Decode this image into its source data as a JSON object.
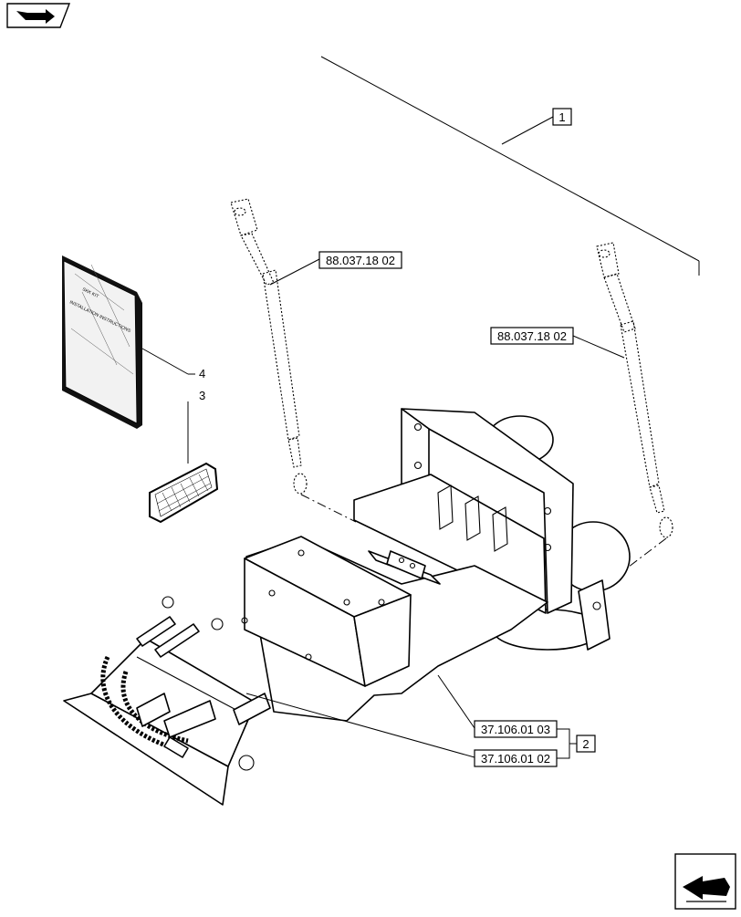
{
  "references": {
    "gas_spring_left": "88.037.18 02",
    "gas_spring_right": "88.037.18 02",
    "hydraulic_ref_a": "37.106.01 03",
    "hydraulic_ref_b": "37.106.01 02"
  },
  "item_numbers": {
    "item_1": "1",
    "item_2": "2",
    "item_3": "3",
    "item_4": "4"
  },
  "manual": {
    "line1": "SKK KIT",
    "line2": "INSTALLATION INSTRUCTIONS"
  },
  "icons": {
    "top_left": "page-back-arrow-icon",
    "bottom_right": "page-next-arrow-icon"
  }
}
